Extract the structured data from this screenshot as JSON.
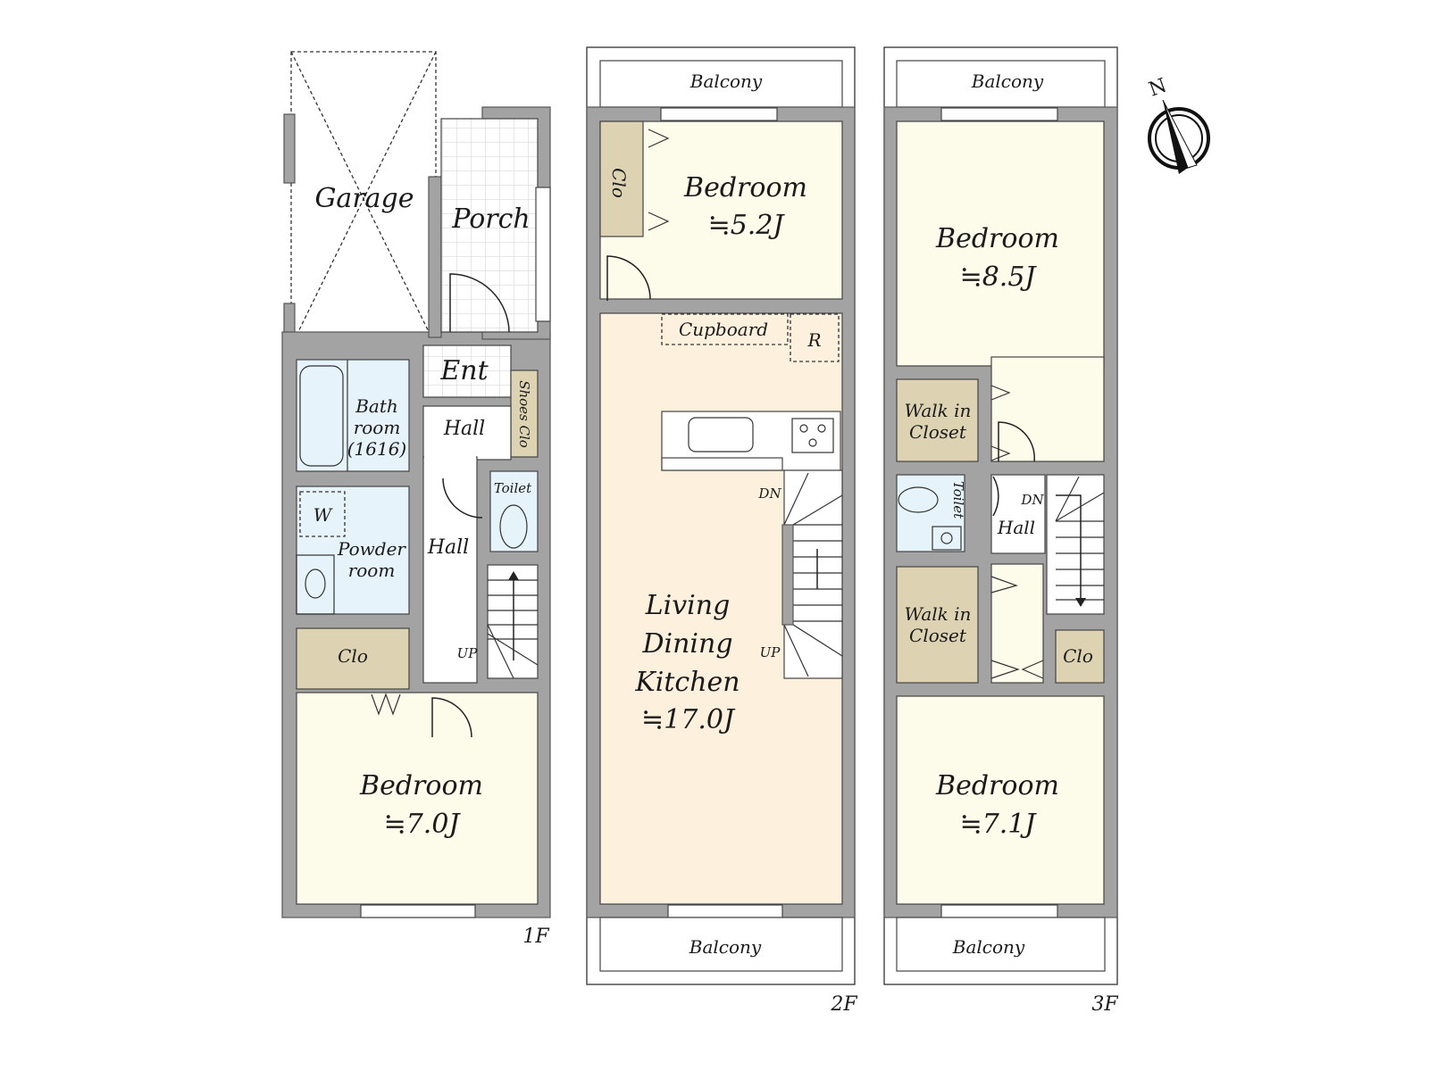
{
  "colors": {
    "wall": "#a3a3a3",
    "bedroom": "#fdfbea",
    "closet": "#ddd3b3",
    "wet_room": "#e6f3fb",
    "ldk": "#fdf0dc",
    "hall": "#ffffff"
  },
  "floor1": {
    "label": "1F",
    "garage": "Garage",
    "porch": "Porch",
    "entrance": "Ent",
    "hall_upper": "Hall",
    "hall_lower": "Hall",
    "shoes_closet": "Shoes Clo",
    "bathroom_line1": "Bath",
    "bathroom_line2": "room",
    "bathroom_line3": "(1616)",
    "washer": "W",
    "powder_line1": "Powder",
    "powder_line2": "room",
    "toilet": "Toilet",
    "stairs": "UP",
    "closet": "Clo",
    "bedroom": "Bedroom",
    "bedroom_size": "≒7.0J"
  },
  "floor2": {
    "label": "2F",
    "balcony_top": "Balcony",
    "balcony_bottom": "Balcony",
    "closet": "Clo",
    "bedroom": "Bedroom",
    "bedroom_size": "≒5.2J",
    "cupboard": "Cupboard",
    "refrigerator": "R",
    "stairs_down": "DN",
    "stairs_up": "UP",
    "ldk_line1": "Living",
    "ldk_line2": "Dining",
    "ldk_line3": "Kitchen",
    "ldk_size": "≒17.0J"
  },
  "floor3": {
    "label": "3F",
    "balcony_top": "Balcony",
    "balcony_bottom": "Balcony",
    "bedroom_north": "Bedroom",
    "bedroom_north_size": "≒8.5J",
    "wic_line1": "Walk in",
    "wic_line2": "Closet",
    "wic2_line1": "Walk in",
    "wic2_line2": "Closet",
    "toilet": "Toilet",
    "stairs_down": "DN",
    "hall": "Hall",
    "closet": "Clo",
    "bedroom_south": "Bedroom",
    "bedroom_south_size": "≒7.1J"
  },
  "compass": {
    "north": "N"
  }
}
